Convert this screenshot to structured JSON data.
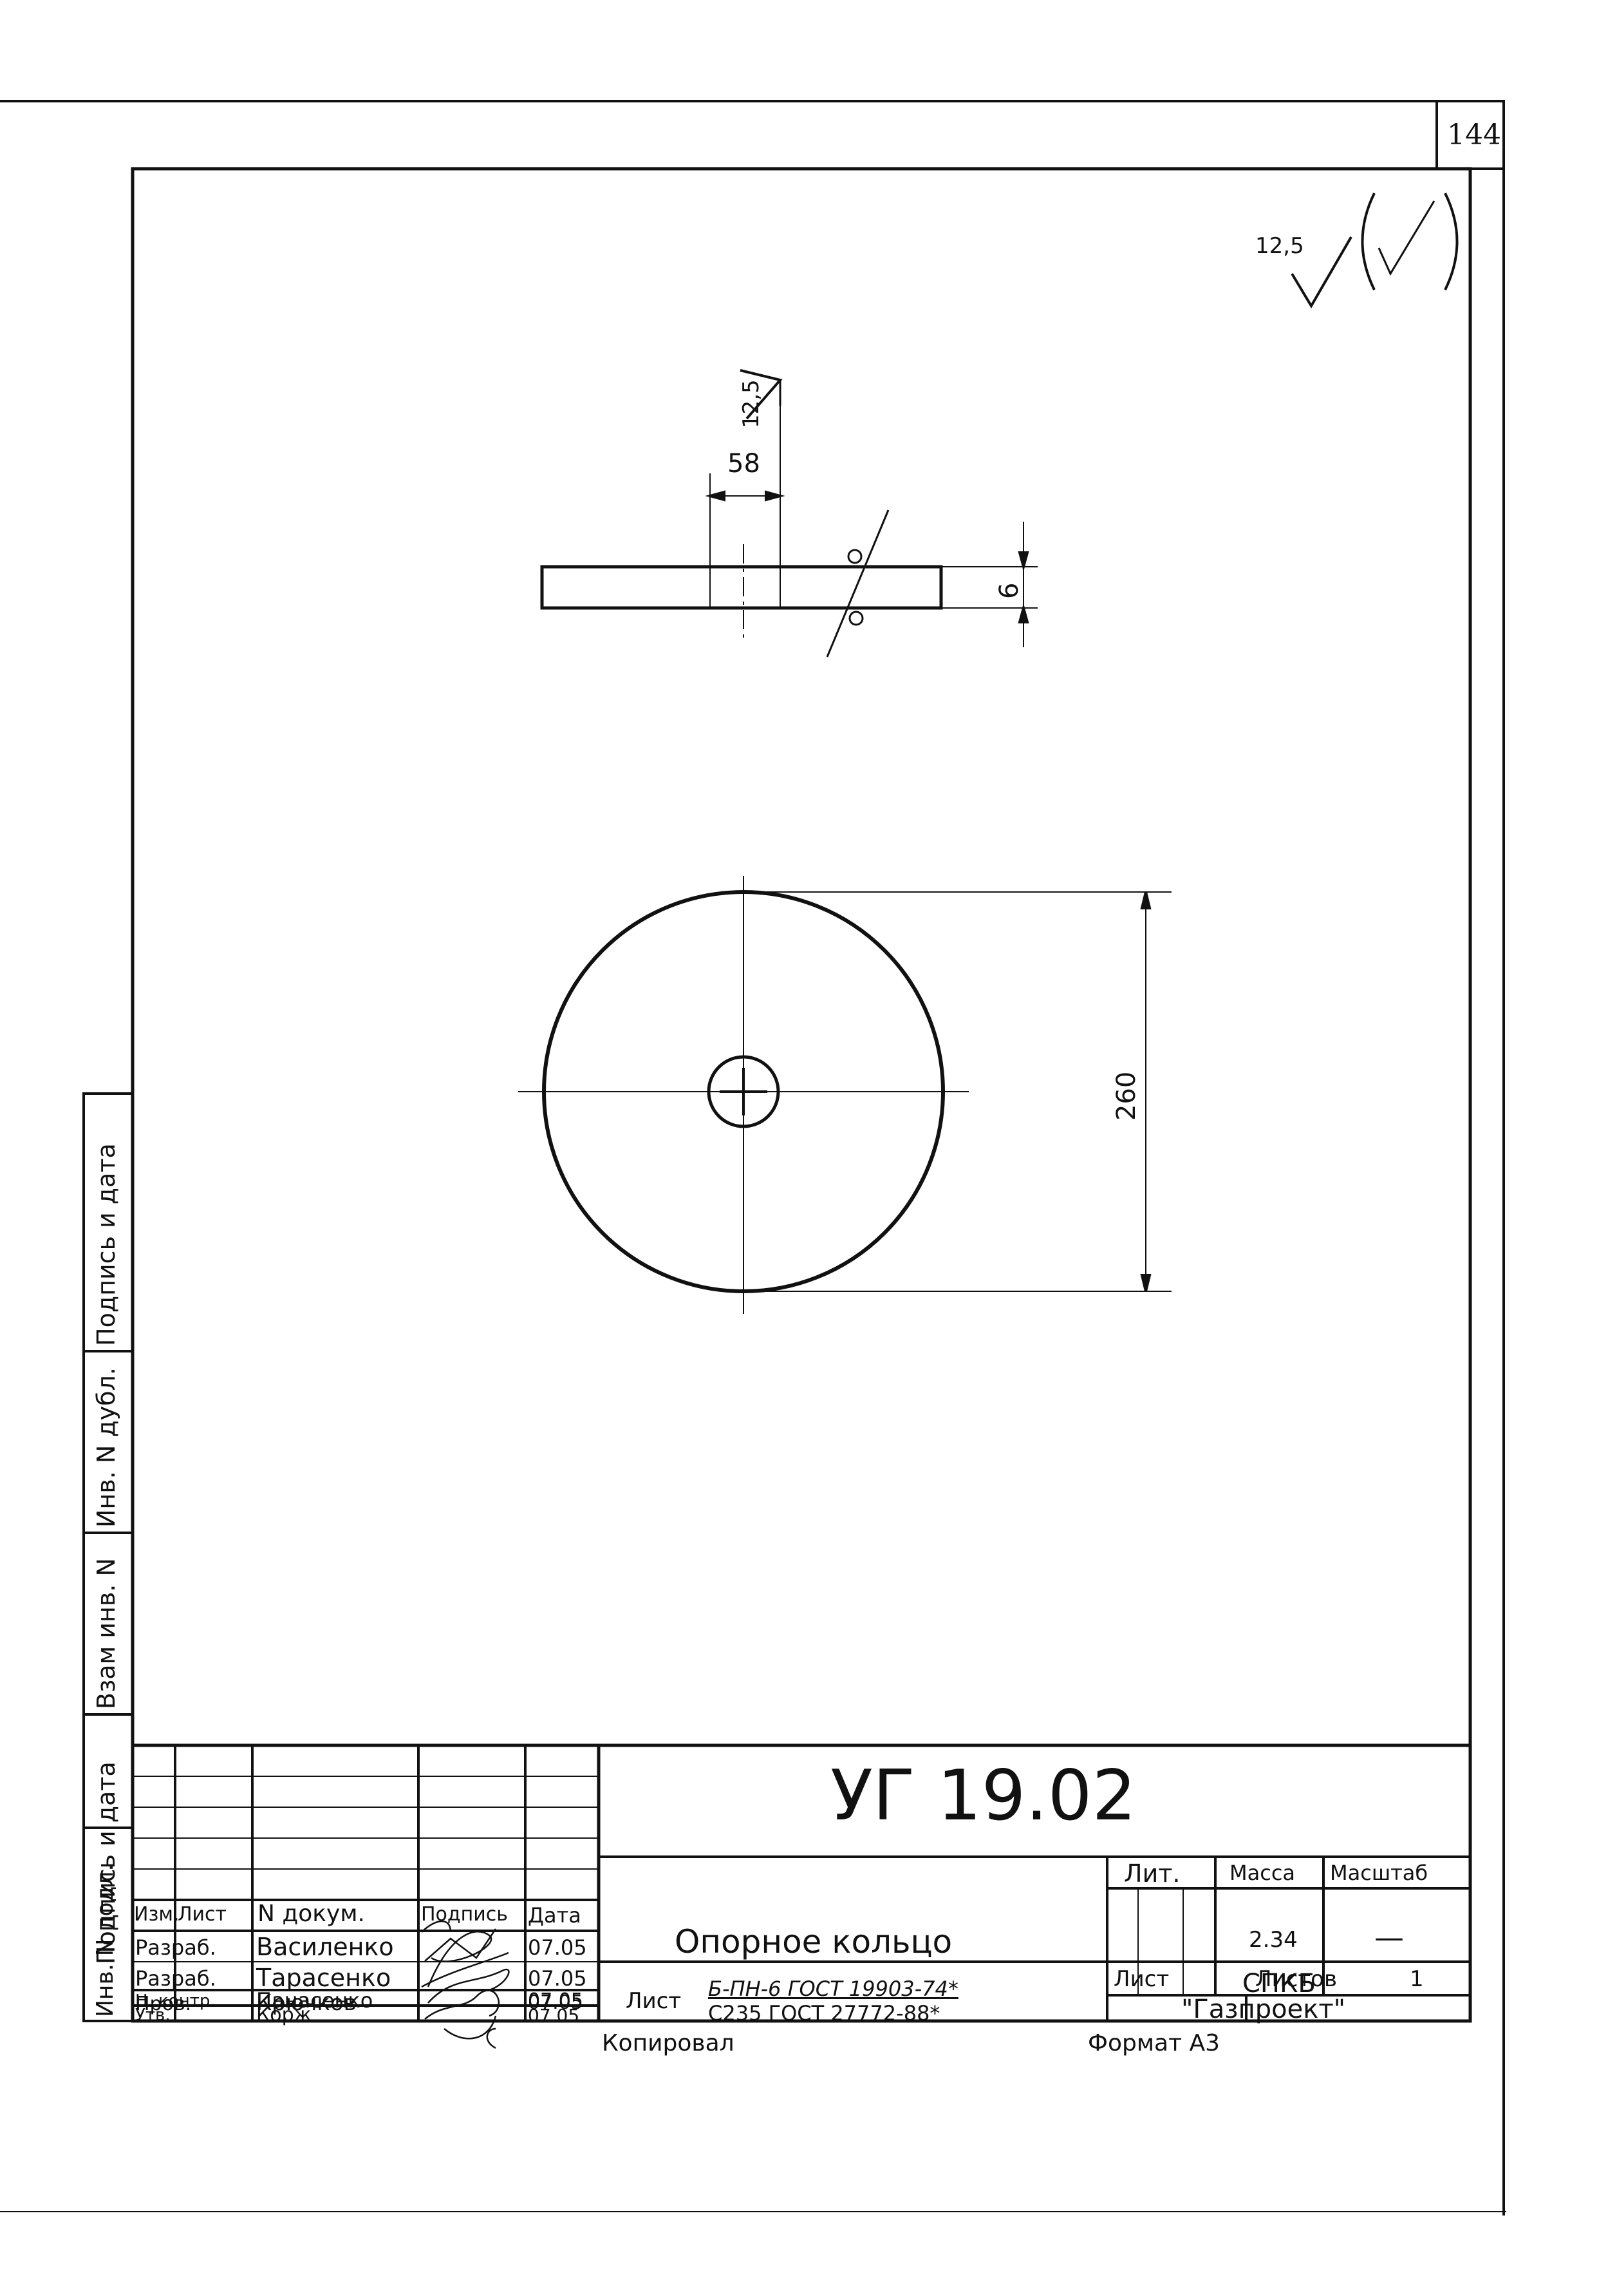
{
  "page_number": "144",
  "surface_roughness": {
    "general": "12,5",
    "local": "12,5"
  },
  "dimensions": {
    "hole": "58",
    "thickness": "6",
    "diameter": "260"
  },
  "side_stamp": {
    "podpis_data_1": "Подпись и дата",
    "inv_dubl": "Инв. N дубл.",
    "vzam_inv": "Взам инв. N",
    "podpis_data_2": "Подпись и дата",
    "inv_podl": "Инв. N подл."
  },
  "title_block": {
    "designation": "УГ 19.02",
    "name": "Опорное кольцо",
    "headers": {
      "izm": "Изм.",
      "list": "Лист",
      "doc": "N докум.",
      "sign": "Подпись",
      "date": "Дата"
    },
    "roles": [
      {
        "role": "Разраб.",
        "person": "Василенко",
        "date": "07.05"
      },
      {
        "role": "Разраб.",
        "person": "Тарасенко",
        "date": "07.05"
      },
      {
        "role": "Пров.",
        "person": "Крючков",
        "date": "07.05"
      },
      {
        "role": "",
        "person": "",
        "date": ""
      },
      {
        "role": "Н. контр.",
        "person": "Панасенко",
        "date": "07.05"
      },
      {
        "role": "Утв.",
        "person": "Корж",
        "date": "07.05"
      }
    ],
    "lit_label": "Лит.",
    "mass_label": "Масса",
    "scale_label": "Масштаб",
    "mass_value": "2.34",
    "scale_value": "—",
    "sheet_label": "Лист",
    "sheets_label": "Листов",
    "sheets_value": "1",
    "material_prefix": "Лист",
    "material_line1": "Б-ПН-6 ГОСТ 19903-74*",
    "material_line2": "С235 ГОСТ 27772-88*",
    "org_line1": "СПКБ",
    "org_line2": "\"Газпроект\""
  },
  "footer": {
    "copied": "Копировал",
    "format": "Формат А3"
  }
}
